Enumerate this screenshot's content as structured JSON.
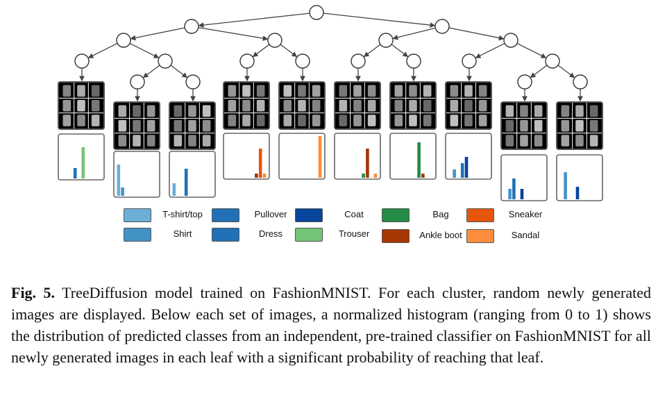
{
  "caption": {
    "label": "Fig. 5.",
    "text": " TreeDiffusion model trained on FashionMNIST. For each cluster, random newly generated images are displayed. Below each set of images, a normalized histogram (ranging from 0 to 1) shows the distribution of predicted classes from an independent, pre-trained classifier on FashionMNIST for all newly generated images in each leaf with a significant probability of reaching that leaf."
  },
  "legend": [
    {
      "label": "T-shirt/top",
      "color": "#6baed6"
    },
    {
      "label": "Shirt",
      "color": "#4292c6"
    },
    {
      "label": "Pullover",
      "color": "#2171b5"
    },
    {
      "label": "Dress",
      "color": "#2171b5"
    },
    {
      "label": "Coat",
      "color": "#08459c"
    },
    {
      "label": "Trouser",
      "color": "#74c476"
    },
    {
      "label": "Bag",
      "color": "#238b45"
    },
    {
      "label": "Ankle boot",
      "color": "#a63603"
    },
    {
      "label": "Sneaker",
      "color": "#e6550d"
    },
    {
      "label": "Sandal",
      "color": "#fd8d3c"
    }
  ],
  "chart_data": {
    "type": "bar",
    "title": "TreeDiffusion leaf class histograms (FashionMNIST)",
    "categories": [
      "T-shirt/top",
      "Shirt",
      "Pullover",
      "Dress",
      "Coat",
      "Trouser",
      "Bag",
      "Ankle boot",
      "Sneaker",
      "Sandal"
    ],
    "ylim": [
      0,
      1
    ],
    "xlabel": "",
    "ylabel": "",
    "legend_position": "bottom",
    "leaves": [
      {
        "name": "leaf-1-trousers",
        "sample_content": "trousers",
        "values": [
          0,
          0,
          0,
          0.25,
          0,
          0.75,
          0,
          0,
          0,
          0
        ]
      },
      {
        "name": "leaf-2-tshirts",
        "sample_content": "t-shirts",
        "values": [
          0.75,
          0.2,
          0,
          0,
          0,
          0,
          0,
          0,
          0,
          0
        ]
      },
      {
        "name": "leaf-3-dresses",
        "sample_content": "dresses and tops",
        "values": [
          0.3,
          0,
          0,
          0.65,
          0,
          0,
          0,
          0,
          0,
          0
        ]
      },
      {
        "name": "leaf-4-sneakers",
        "sample_content": "sneakers",
        "values": [
          0,
          0,
          0,
          0,
          0,
          0,
          0,
          0.1,
          0.7,
          0.1
        ]
      },
      {
        "name": "leaf-5-sandals",
        "sample_content": "sandals",
        "values": [
          0,
          0,
          0,
          0,
          0,
          0,
          0,
          0,
          0,
          1.0
        ]
      },
      {
        "name": "leaf-6-ankle-boots",
        "sample_content": "ankle boots",
        "values": [
          0,
          0,
          0,
          0,
          0,
          0,
          0.1,
          0.7,
          0,
          0.1
        ]
      },
      {
        "name": "leaf-7-bags",
        "sample_content": "bags and boots",
        "values": [
          0,
          0,
          0,
          0,
          0,
          0,
          0.85,
          0.1,
          0,
          0
        ]
      },
      {
        "name": "leaf-8-coats",
        "sample_content": "coats and shirts",
        "values": [
          0,
          0.2,
          0,
          0.35,
          0.5,
          0,
          0,
          0,
          0,
          0
        ]
      },
      {
        "name": "leaf-9-pullovers",
        "sample_content": "pullovers",
        "values": [
          0,
          0.25,
          0.5,
          0,
          0.25,
          0,
          0,
          0,
          0,
          0
        ]
      },
      {
        "name": "leaf-10-shirts",
        "sample_content": "shirts and pullovers",
        "values": [
          0,
          0.65,
          0,
          0,
          0.3,
          0,
          0,
          0,
          0,
          0
        ]
      }
    ]
  }
}
